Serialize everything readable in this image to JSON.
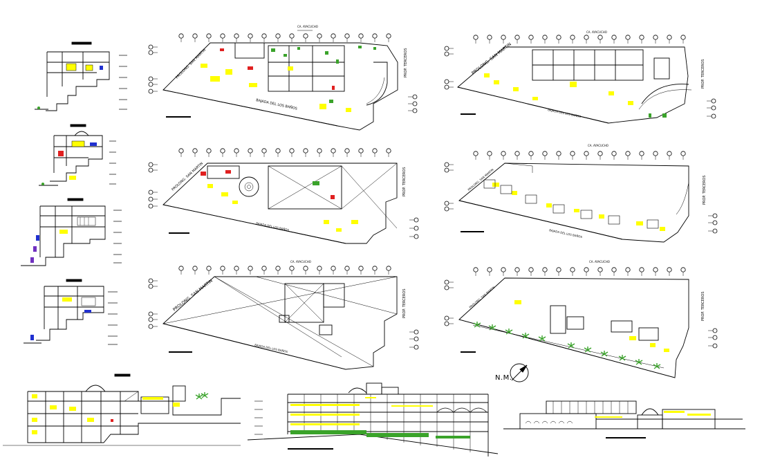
{
  "drawing": {
    "north_marker": "N.M.",
    "plan_labels": {
      "street_top": "CA. AYACUCHO",
      "street_left": "PROLONG. SAN MARTIN",
      "street_right": "PROP. TERCEROS",
      "street_bottom": "BAJADA DEL LOS BAÑOS"
    },
    "palette": {
      "line": "#000000",
      "room_fill": "#ffff00",
      "planting": "#3aa32a",
      "accent_red": "#e02020",
      "accent_blue": "#2030d0",
      "accent_purple": "#7030c0"
    }
  }
}
